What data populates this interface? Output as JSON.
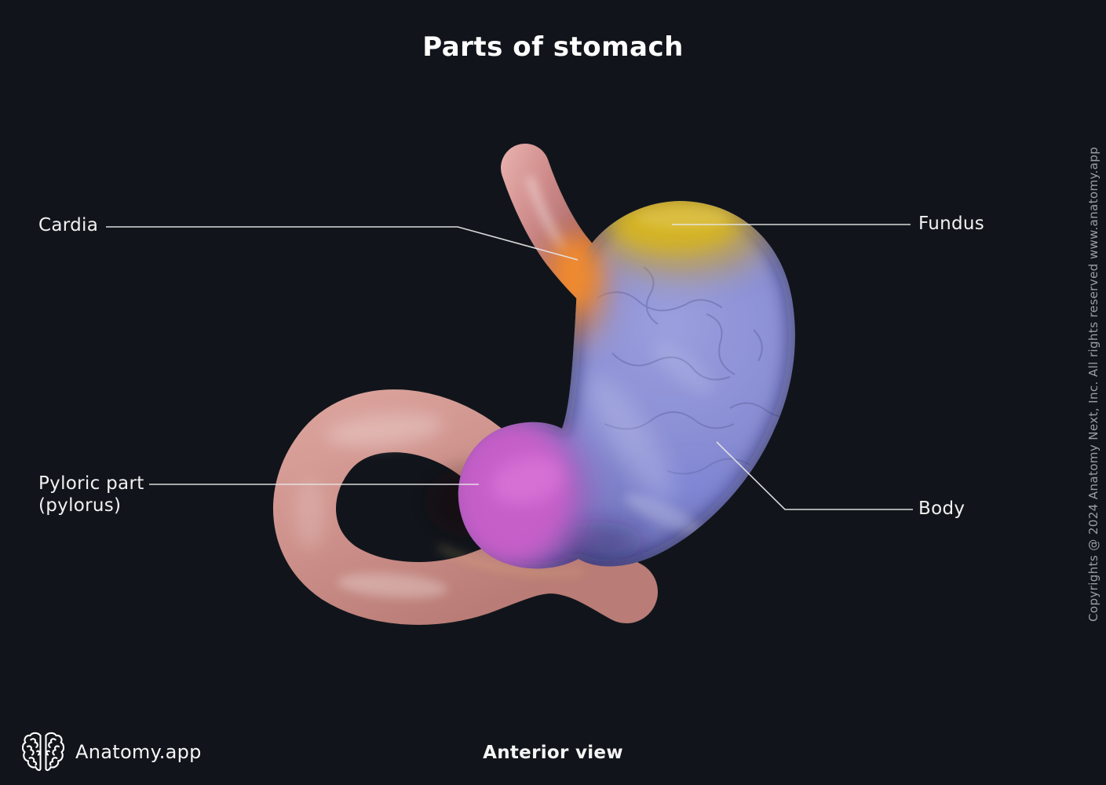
{
  "title": "Parts of stomach",
  "labels": {
    "cardia": "Cardia",
    "fundus": "Fundus",
    "pyloric_line1": "Pyloric part",
    "pyloric_line2": "(pylorus)",
    "body": "Body"
  },
  "footer": {
    "brand": "Anatomy.app",
    "view": "Anterior view"
  },
  "copyright": "Copyrights @ 2024 Anatomy Next, Inc. All rights reserved www.anatomy.app",
  "colors": {
    "background": "#11151b",
    "label_text": "#f1f1f1",
    "leader_line": "#e5e5e5",
    "copyright_text": "#9a9da3",
    "fundus_yellow": "#d4b012",
    "cardia_orange": "#ee8028",
    "body_purple": "#8589d1",
    "pylorus_magenta": "#c763c9",
    "flesh_pink": "#cd8f8a"
  }
}
